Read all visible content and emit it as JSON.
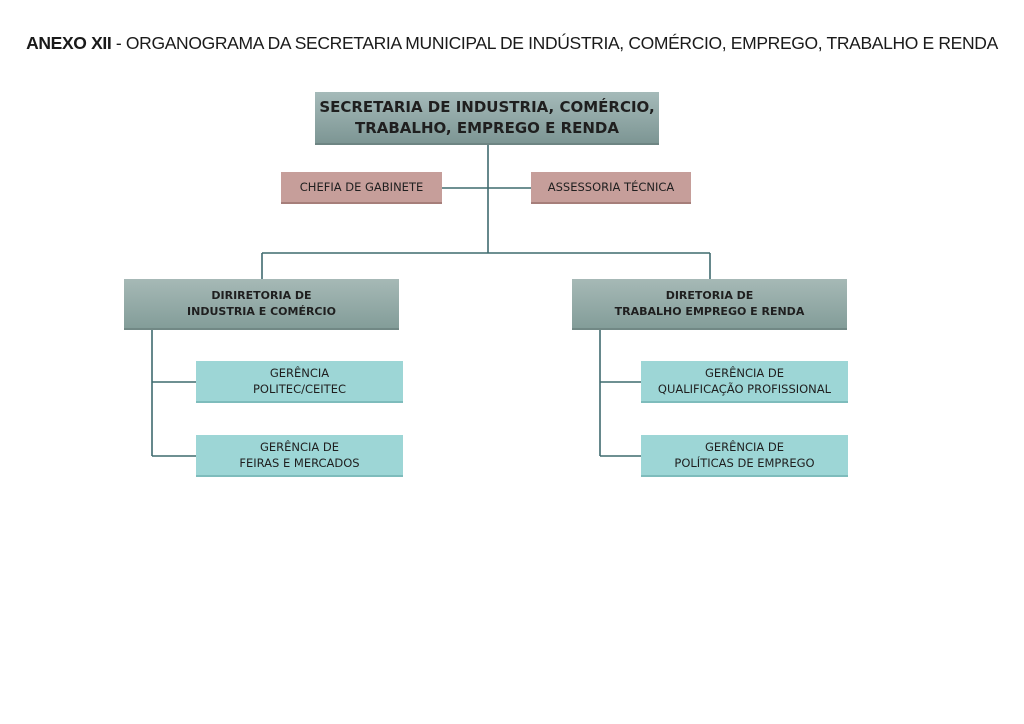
{
  "title": {
    "prefix": "ANEXO XII",
    "text": " - ORGANOGRAMA DA SECRETARIA MUNICIPAL DE INDÚSTRIA, COMÉRCIO, EMPREGO, TRABALHO E RENDA"
  },
  "root": {
    "lines": [
      "SECRETARIA DE INDUSTRIA, COMÉRCIO,",
      "TRABALHO, EMPREGO E RENDA"
    ]
  },
  "staff": {
    "left": "CHEFIA DE GABINETE",
    "right": "ASSESSORIA TÉCNICA"
  },
  "directors": [
    {
      "lines": [
        "DIRIRETORIA DE",
        "INDUSTRIA E COMÉRCIO"
      ],
      "managers": [
        {
          "lines": [
            "GERÊNCIA",
            "POLITEC/CEITEC"
          ]
        },
        {
          "lines": [
            "GERÊNCIA DE",
            "FEIRAS E MERCADOS"
          ]
        }
      ]
    },
    {
      "lines": [
        "DIRETORIA DE",
        "TRABALHO EMPREGO E RENDA"
      ],
      "managers": [
        {
          "lines": [
            "GERÊNCIA DE",
            "QUALIFICAÇÃO PROFISSIONAL"
          ]
        },
        {
          "lines": [
            "GERÊNCIA DE",
            "POLÍTICAS DE EMPREGO"
          ]
        }
      ]
    }
  ],
  "colors": {
    "connector": "#3f6b6f",
    "root_fill": "#8fa7a5",
    "staff_fill": "#c69e9a",
    "director_fill": "#94aba8",
    "manager_fill": "#9dd6d6"
  }
}
